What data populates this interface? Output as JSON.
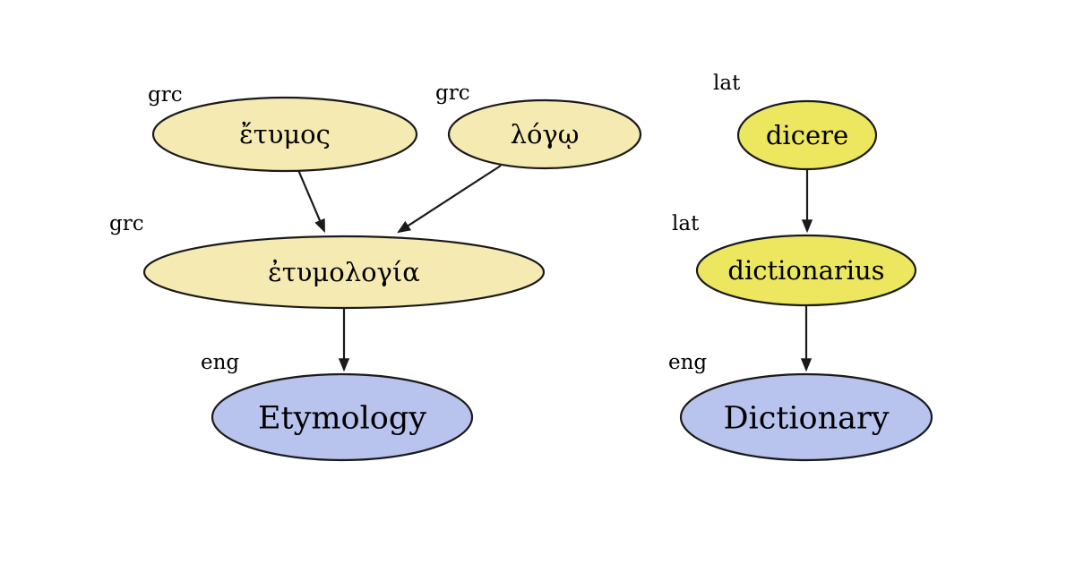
{
  "diagram": {
    "type": "etymology-graph",
    "colors": {
      "grc_fill": "#f5ebb2",
      "lat_fill": "#ece75f",
      "eng_fill": "#b8c3ee",
      "stroke": "#1a1a1a",
      "text": "#000000",
      "background": "#ffffff"
    },
    "nodes": [
      {
        "id": "etymos",
        "label": "ἔτυμος",
        "lang": "grc"
      },
      {
        "id": "logoi",
        "label": "λόγῳ",
        "lang": "grc"
      },
      {
        "id": "etymologia",
        "label": "ἐτυμολογία",
        "lang": "grc"
      },
      {
        "id": "etymology",
        "label": "Etymology",
        "lang": "eng"
      },
      {
        "id": "dicere",
        "label": "dicere",
        "lang": "lat"
      },
      {
        "id": "dictionarius",
        "label": "dictionarius",
        "lang": "lat"
      },
      {
        "id": "dictionary",
        "label": "Dictionary",
        "lang": "eng"
      }
    ],
    "edges": [
      {
        "from": "ἔτυμος",
        "to": "ἐτυμολογία"
      },
      {
        "from": "λόγῳ",
        "to": "ἐτυμολογία"
      },
      {
        "from": "ἐτυμολογία",
        "to": "Etymology"
      },
      {
        "from": "dicere",
        "to": "dictionarius"
      },
      {
        "from": "dictionarius",
        "to": "Dictionary"
      }
    ]
  }
}
